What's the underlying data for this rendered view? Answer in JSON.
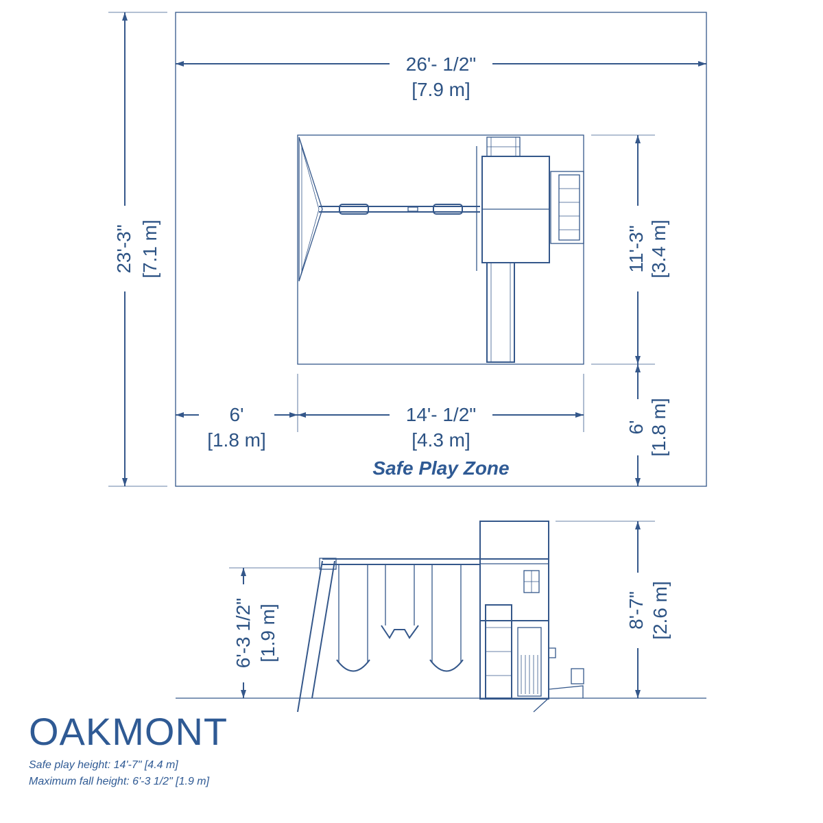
{
  "product": {
    "name": "OAKMONT",
    "safe_play_height": "Safe play height: 14'-7\" [4.4 m]",
    "max_fall_height": "Maximum fall height: 6'-3 1/2\" [1.9 m]"
  },
  "top_view": {
    "zone_label": "Safe Play Zone",
    "total_width": {
      "imperial": "26'- 1/2\"",
      "metric": "[7.9 m]"
    },
    "total_depth": {
      "imperial": "23'-3\"",
      "metric": "[7.1 m]"
    },
    "left_clearance": {
      "imperial": "6'",
      "metric": "[1.8 m]"
    },
    "structure_width": {
      "imperial": "14'- 1/2\"",
      "metric": "[4.3 m]"
    },
    "structure_depth": {
      "imperial": "11'-3\"",
      "metric": "[3.4 m]"
    },
    "front_clearance": {
      "imperial": "6'",
      "metric": "[1.8 m]"
    }
  },
  "side_view": {
    "swing_beam_height": {
      "imperial": "6'-3 1/2\"",
      "metric": "[1.9 m]"
    },
    "overall_height": {
      "imperial": "8'-7\"",
      "metric": "[2.6 m]"
    }
  },
  "colors": {
    "line": "#34578a",
    "text": "#2d5384",
    "accent": "#2f5a94"
  }
}
